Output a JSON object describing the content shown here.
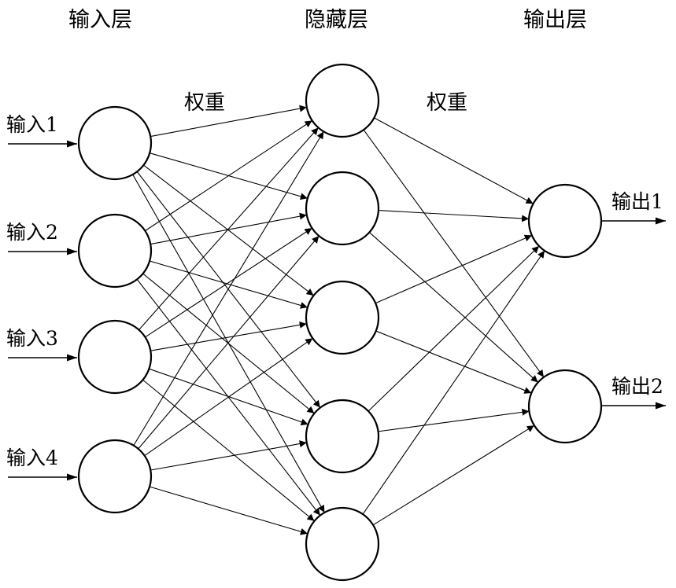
{
  "layers": {
    "input": "输入层",
    "hidden": "隐藏层",
    "output": "输出层"
  },
  "weight_labels": [
    "权重",
    "权重"
  ],
  "inputs": [
    "输入1",
    "输入2",
    "输入3",
    "输入4"
  ],
  "outputs": [
    "输出1",
    "输出2"
  ],
  "hidden_count": 5
}
